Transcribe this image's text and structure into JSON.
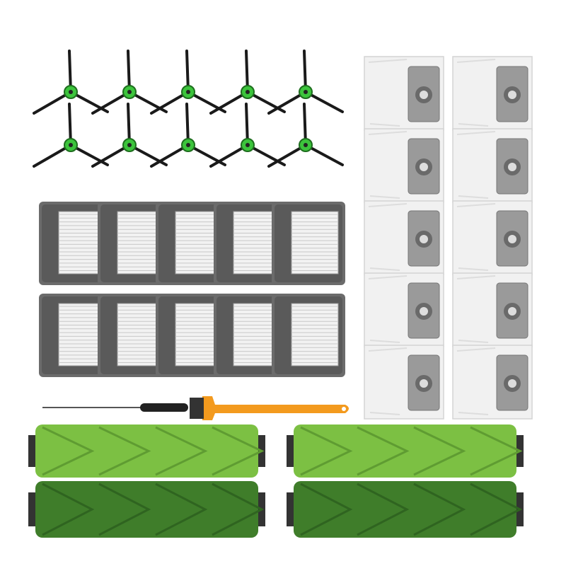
{
  "items": {
    "side_brush": {
      "count": 10,
      "arm_color": "#1a1a1a",
      "hub_color": "#3cc43c"
    },
    "filter": {
      "count": 10,
      "frame_color": "#5a5a5a",
      "media_color": "#f2f2f2"
    },
    "dust_bag": {
      "count": 10,
      "bag_color": "#f1f1f1",
      "plate_color": "#9a9a9a"
    },
    "screwdriver": {
      "count": 1,
      "handle_color": "#222222"
    },
    "cleaning_brush": {
      "count": 1,
      "color": "#f39a1e"
    },
    "main_roller_bristle": {
      "count": 2,
      "color": "#7cc043"
    },
    "main_roller_flexible": {
      "count": 2,
      "color": "#3f7d2a"
    }
  }
}
